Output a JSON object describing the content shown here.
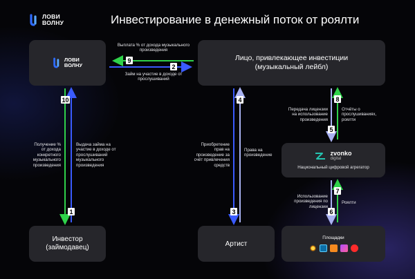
{
  "header": {
    "logo_line1": "ЛОВИ",
    "logo_line2": "ВОЛНУ",
    "title": "Инвестирование в денежный поток от роялти"
  },
  "nodes": {
    "lovi": {
      "line1": "ЛОВИ",
      "line2": "ВОЛНУ"
    },
    "label": {
      "line1": "Лицо, привлекающее инвестиции",
      "line2": "(музыкальный лейбл)"
    },
    "investor": {
      "line1": "Инвестор",
      "line2": "(займодавец)"
    },
    "artist": {
      "name": "Артист"
    },
    "zvonko": {
      "brand": "zvonko",
      "brand_sub": "digital",
      "caption": "Национальный цифровой агрегатор"
    },
    "services": {
      "title": "Площадки"
    }
  },
  "flows": {
    "f1": {
      "number": "1",
      "text": "Выдача займа на участие в доходе от прослушиваний музыкального произведения"
    },
    "f2": {
      "number": "2",
      "text": "Займ на участие в доходе от прослушиваний"
    },
    "f3": {
      "number": "3",
      "text": "Приобретение прав на произведение за счёт привлечения средств"
    },
    "f4": {
      "number": "4",
      "text": "Права на произведение"
    },
    "f5": {
      "number": "5",
      "text": "Передача лицензии на использование произведения"
    },
    "f6": {
      "number": "6",
      "text": "Использование произведения по лицензии"
    },
    "f7": {
      "number": "7",
      "text": "Роялти"
    },
    "f8": {
      "number": "8",
      "text": "Отчёты о прослушиваниях, роялти"
    },
    "f9": {
      "number": "9",
      "text": "Выплата % от дохода музыкального произведения"
    },
    "f10": {
      "number": "10",
      "text": "Получение % от дохода конкретного музыкального произведения"
    }
  },
  "colors": {
    "green": "#2fd24a",
    "blue": "#3a5bff",
    "lavender": "#a9b2f2",
    "accent": "#2e6bff",
    "zvonko": "#25c3b0"
  },
  "icons": [
    "sun-icon",
    "shazam-icon",
    "ok-icon",
    "podcast-icon",
    "youtube-icon"
  ]
}
